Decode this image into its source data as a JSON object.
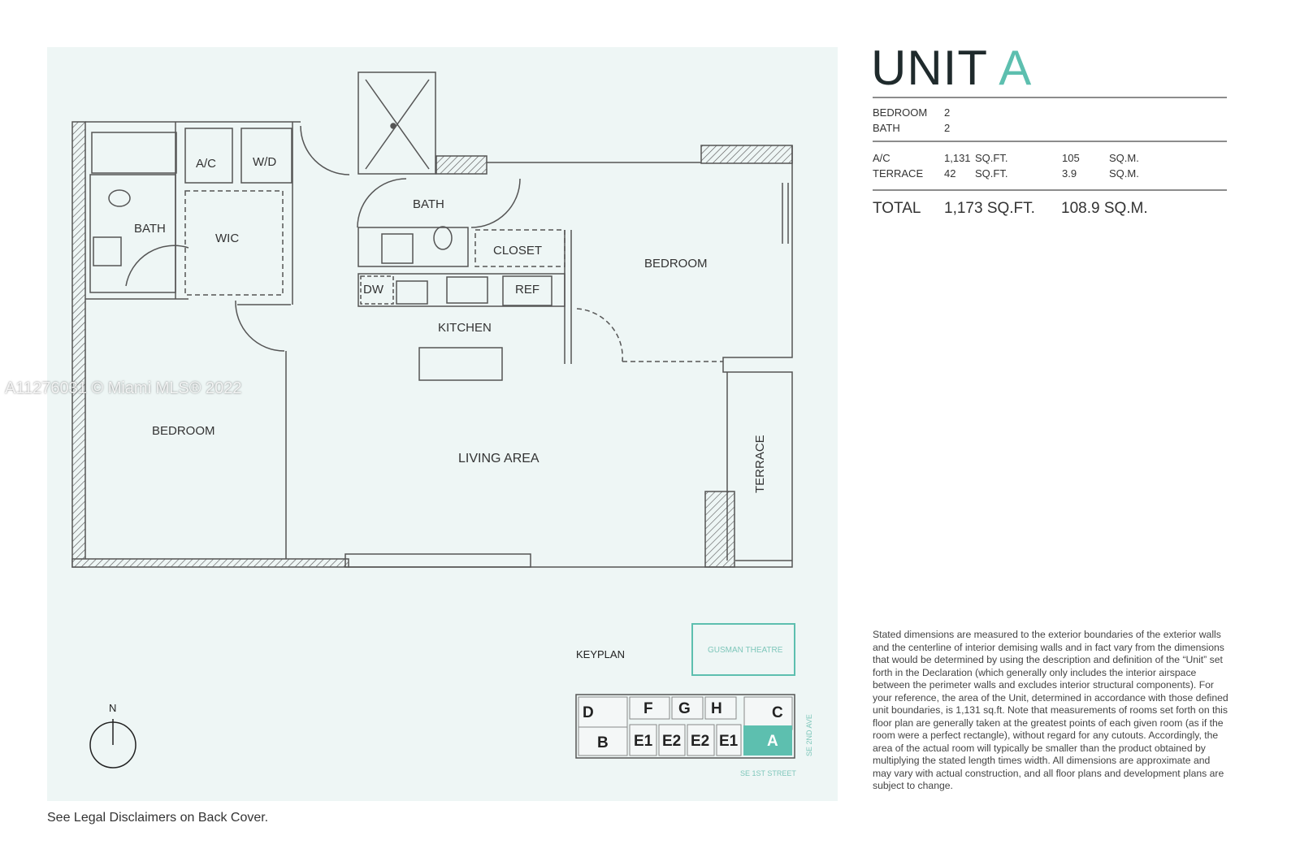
{
  "unit": {
    "title_prefix": "UNIT",
    "title_letter": "A"
  },
  "specs": {
    "bedroom_label": "BEDROOM",
    "bedroom_value": "2",
    "bath_label": "BATH",
    "bath_value": "2",
    "ac_label": "A/C",
    "ac_sqft": "1,131",
    "ac_sqft_unit": "SQ.FT.",
    "ac_sqm": "105",
    "ac_sqm_unit": "SQ.M.",
    "terrace_label": "TERRACE",
    "terrace_sqft": "42",
    "terrace_sqft_unit": "SQ.FT.",
    "terrace_sqm": "3.9",
    "terrace_sqm_unit": "SQ.M.",
    "total_label": "TOTAL",
    "total_sqft": "1,173 SQ.FT.",
    "total_sqm": "108.9 SQ.M."
  },
  "rooms": {
    "ac": "A/C",
    "wd": "W/D",
    "bath1": "BATH",
    "wic": "WIC",
    "bath2": "BATH",
    "closet": "CLOSET",
    "dw": "DW",
    "ref": "REF",
    "kitchen": "KITCHEN",
    "bedroom1": "BEDROOM",
    "bedroom2": "BEDROOM",
    "living": "LIVING AREA",
    "terrace": "TERRACE"
  },
  "compass": {
    "north": "N"
  },
  "keyplan": {
    "label": "KEYPLAN",
    "landmark": "GUSMAN THEATRE",
    "street_east": "SE 2ND AVE",
    "street_south": "SE 1ST STREET",
    "units_top": [
      "D",
      "F",
      "G",
      "H",
      "C"
    ],
    "units_bottom": [
      "B",
      "E1",
      "E2",
      "E2",
      "E1",
      "A"
    ],
    "accent": "#5dbfaf"
  },
  "disclaimer": "Stated dimensions are measured to the exterior boundaries of the exterior walls and the centerline of interior demising walls and in fact vary from the dimensions that would be determined by using the description and definition of the “Unit” set forth in the Declaration (which generally only includes the interior airspace between the perimeter walls and excludes interior structural components).  For your reference, the area of the Unit, determined in accordance with those defined unit boundaries, is 1,131 sq.ft. Note that measurements of rooms set forth on this floor plan are generally taken at the greatest points of each given room (as if the room were a perfect rectangle), without regard for any cutouts.  Accordingly, the area of the actual room will typically be smaller than the product obtained by multiplying the stated length times width.  All dimensions are approximate and may vary with actual construction, and all floor plans and development plans are subject to change.",
  "footer": "See Legal Disclaimers on Back Cover.",
  "watermark": "A11276031 © Miami MLS® 2022"
}
